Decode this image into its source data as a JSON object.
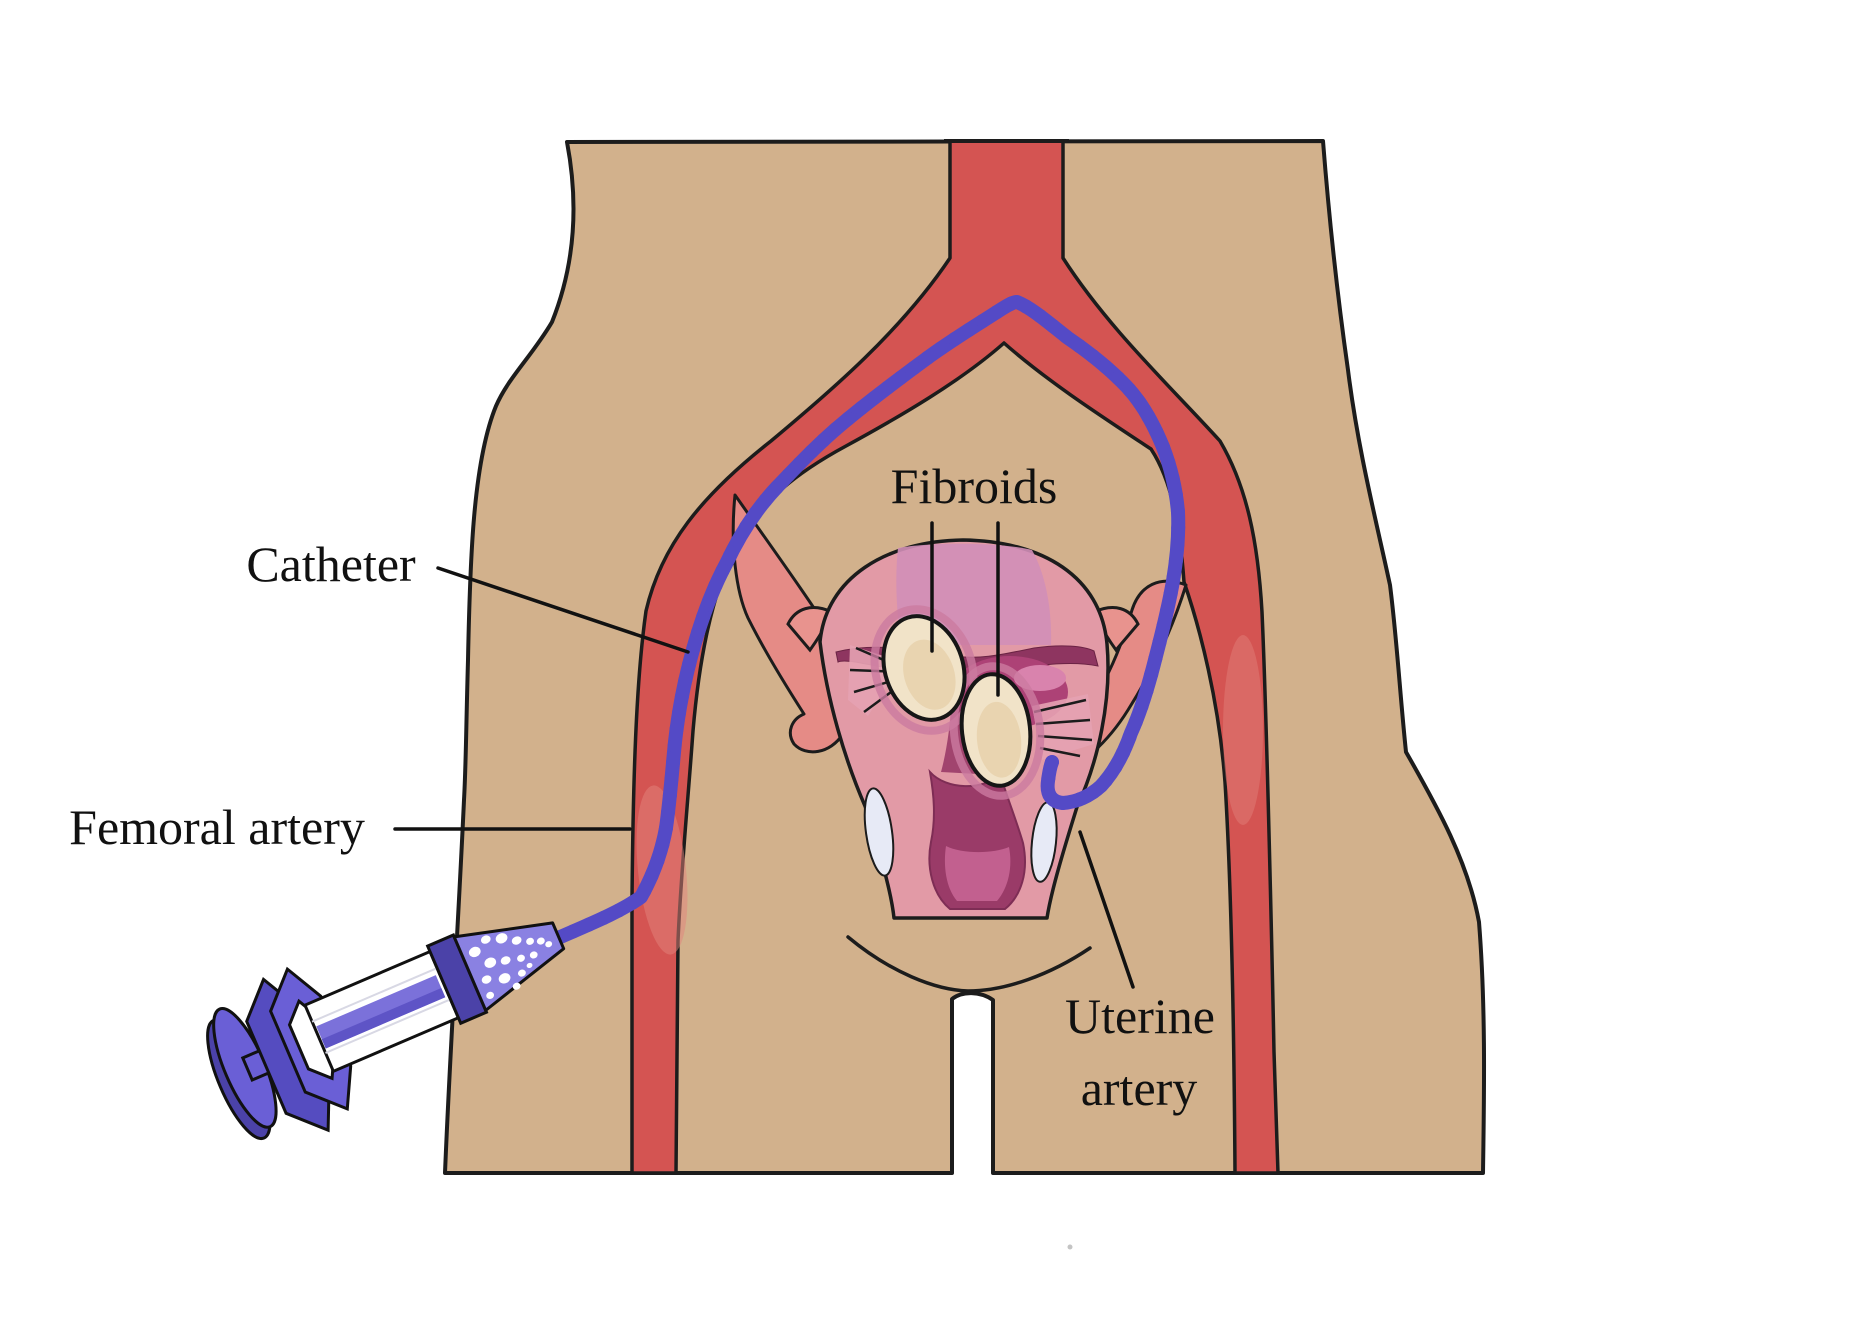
{
  "illustration": {
    "labels": {
      "fibroids": "Fibroids",
      "catheter": "Catheter",
      "femoral_artery": "Femoral artery",
      "uterine_artery_line1": "Uterine",
      "uterine_artery_line2": "artery"
    },
    "elements": [
      "body-silhouette",
      "aorta",
      "iliac-arteries",
      "femoral-artery-left",
      "femoral-artery-right",
      "internal-iliac-artery-left",
      "internal-iliac-artery-right",
      "uterus",
      "fibroid-1",
      "fibroid-2",
      "catheter",
      "embolic-particles",
      "syringe",
      "pubic-arc"
    ],
    "colors": {
      "background": "#ffffff",
      "skin": "#d2b18c",
      "outline": "#1c1c1c",
      "artery_red": "#d45452",
      "artery_salmon": "#e58b86",
      "uterus_pink": "#e29aa6",
      "fundus_mauve": "#d28fb8",
      "band_magenta": "#8e3560",
      "cavity_magenta": "#9a3b68",
      "fibroid_cream": "#f1e3c8",
      "fibroid_shade": "#e9d4b0",
      "gap_pale": "#e7eaf6",
      "catheter_blue": "#544ac6",
      "particle_white": "#ffffff",
      "syringe_purple": "#6a5fd6",
      "syringe_dark": "#4b42a8",
      "label_text": "#111111"
    }
  }
}
